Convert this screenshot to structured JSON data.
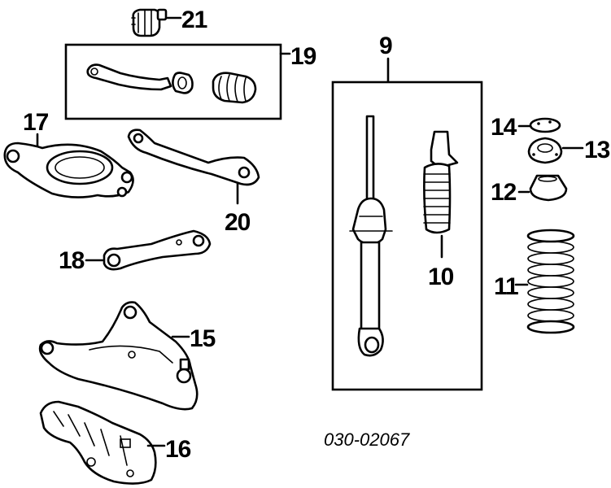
{
  "diagram": {
    "callouts": [
      {
        "id": "21",
        "label": "21"
      },
      {
        "id": "19",
        "label": "19"
      },
      {
        "id": "9",
        "label": "9"
      },
      {
        "id": "17",
        "label": "17"
      },
      {
        "id": "14",
        "label": "14"
      },
      {
        "id": "13",
        "label": "13"
      },
      {
        "id": "12",
        "label": "12"
      },
      {
        "id": "20",
        "label": "20"
      },
      {
        "id": "18",
        "label": "18"
      },
      {
        "id": "10",
        "label": "10"
      },
      {
        "id": "11",
        "label": "11"
      },
      {
        "id": "15",
        "label": "15"
      },
      {
        "id": "16",
        "label": "16"
      }
    ],
    "part_code": "030-02067"
  }
}
